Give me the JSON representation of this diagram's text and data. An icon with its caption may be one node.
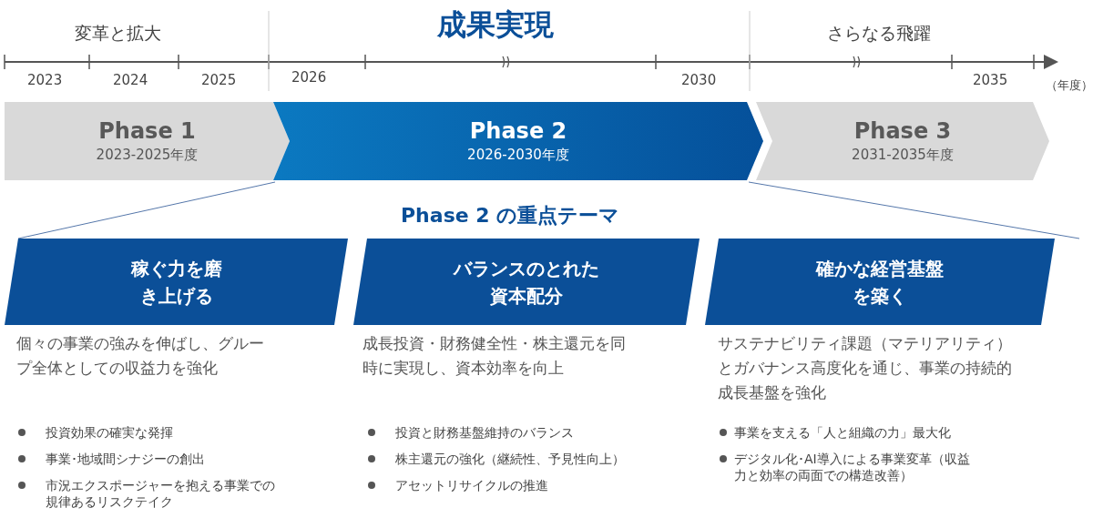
{
  "diagram": {
    "nodes": [
      {
        "text": [
          "Phase 1",
          "2023-2025年度"
        ]
      },
      {
        "text": [
          "Phase 2",
          "2026-2030年度"
        ]
      },
      {
        "text": [
          "Phase 3",
          "2031-2035年度"
        ]
      },
      {
        "text": [
          "稼ぐ力を磨き上げる"
        ]
      },
      {
        "text": [
          "バランスのとれた資本配分"
        ]
      },
      {
        "text": [
          "確かな経営基盤を築く"
        ]
      }
    ],
    "labels": [
      "変革と拡大",
      "成果実現",
      "さらなる飛躍",
      "2023",
      "2024",
      "2025",
      "2026",
      "2030",
      "2035",
      "（年度）",
      "Phase 2 の重点テーマ",
      "個々の事業の強みを伸ばし、グループ全体としての収益力を強化",
      "成長投資・財務健全性・株主還元を同時に実現し、資本効率を向上",
      "サステナビリティ課題（マテリアリティ）とガバナンス高度化を通じ、事業の持続的成長基盤を強化",
      "投資効果の確実な発揮",
      "事業･地域間シナジーの創出",
      "市況エクスポージャーを抱える事業での規律あるリスクテイク",
      "投資と財務基盤維持のバランス",
      "株主還元の強化（継続性、予見性向上）",
      "アセットリサイクルの推進",
      "事業を支える「人と組織の力」最大化",
      "デジタル化･AI導入による事業変革（収益力と効率の両面での構造改善）"
    ]
  }
}
